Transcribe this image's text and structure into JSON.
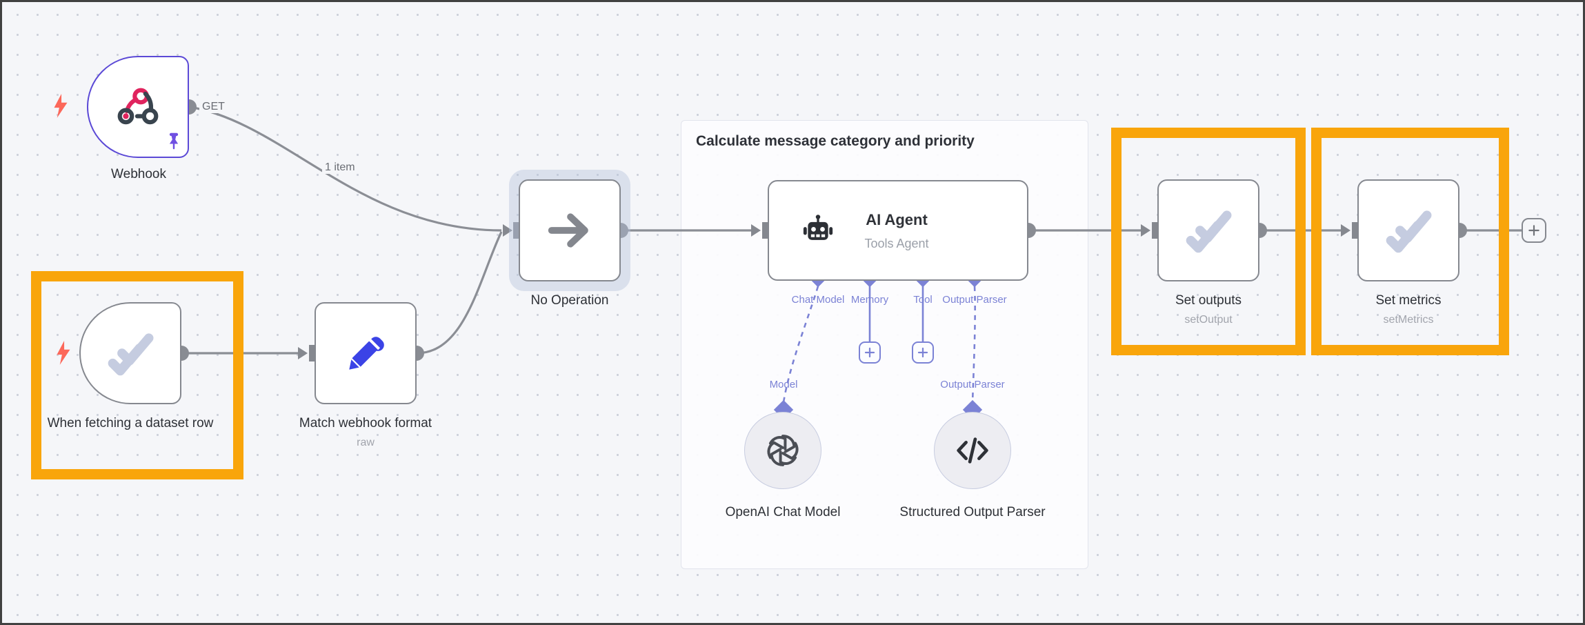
{
  "workflow": {
    "group_title": "Calculate message category and priority",
    "edge_label": "1 item",
    "webhook": {
      "label": "Webhook",
      "port": "GET"
    },
    "when_fetching": {
      "label": "When fetching a dataset row"
    },
    "match": {
      "label": "Match webhook format",
      "sublabel": "raw"
    },
    "noop": {
      "label": "No Operation"
    },
    "ai_agent": {
      "title": "AI Agent",
      "subtitle": "Tools Agent",
      "ports": {
        "chat_model": "Chat Model",
        "memory": "Memory",
        "tool": "Tool",
        "output_parser": "Output Parser"
      },
      "model_port_label": "Model",
      "parser_port_label": "Output Parser"
    },
    "openai": {
      "label": "OpenAI Chat Model"
    },
    "parser": {
      "label": "Structured Output Parser"
    },
    "set_outputs": {
      "label": "Set outputs",
      "sublabel": "setOutput"
    },
    "set_metrics": {
      "label": "Set metrics",
      "sublabel": "setMetrics"
    }
  },
  "colors": {
    "highlight_orange": "#F9A50B",
    "node_border_gray": "#85888F",
    "trigger_border_purple": "#5B49D6",
    "ai_accent_purple": "#7B82D5",
    "pencil_blue": "#3B43E6",
    "webhook_pink": "#E0245E",
    "icon_dark": "#39444E",
    "bolt_red": "#FC685A",
    "check_gray": "#C5CCE0",
    "canvas_bg": "#F5F6F9"
  }
}
